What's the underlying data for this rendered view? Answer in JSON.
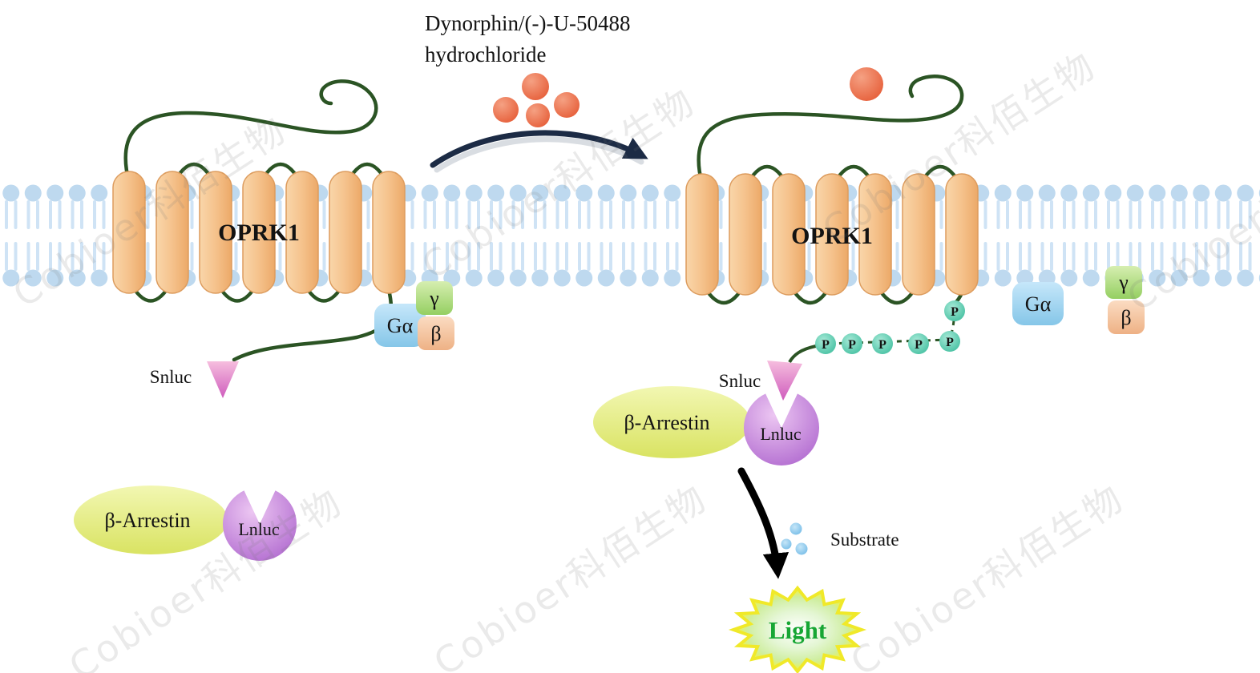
{
  "stimulus": {
    "label_line1": "Dynorphin/(-)-U-50488",
    "label_line2": "hydrochloride"
  },
  "inactive_state": {
    "receptor_label": "OPRK1",
    "g_alpha_label": "Gα",
    "gamma_label": "γ",
    "beta_label": "β",
    "snluc_label": "Snluc",
    "arrestin_label": "β-Arrestin",
    "lnluc_label": "Lnluc"
  },
  "active_state": {
    "receptor_label": "OPRK1",
    "g_alpha_label": "Gα",
    "gamma_label": "γ",
    "beta_label": "β",
    "snluc_label": "Snluc",
    "arrestin_label": "β-Arrestin",
    "lnluc_label": "Lnluc",
    "phosphate_label": "P"
  },
  "readout": {
    "substrate_label": "Substrate",
    "light_label": "Light"
  },
  "watermark_text": "Cobioer科佰生物",
  "colors": {
    "helix": "#f5c28c",
    "loop": "#2b5424",
    "membrane_head": "#bed9ef",
    "membrane_tail": "#cfe3f5",
    "ligand": "#e8603c",
    "g_alpha": "#9fd3ef",
    "gamma": "#a8d977",
    "beta_subunit": "#f3c09a",
    "snluc_tag": "#d86cc3",
    "arrestin": "#e3eb75",
    "lnluc": "#b96fd4",
    "phosphate": "#55c7ab",
    "substrate": "#86c5ea",
    "stimulation_arrow": "#1c2b45",
    "light_burst": "#f1ee2e",
    "light_text": "#17a634"
  }
}
